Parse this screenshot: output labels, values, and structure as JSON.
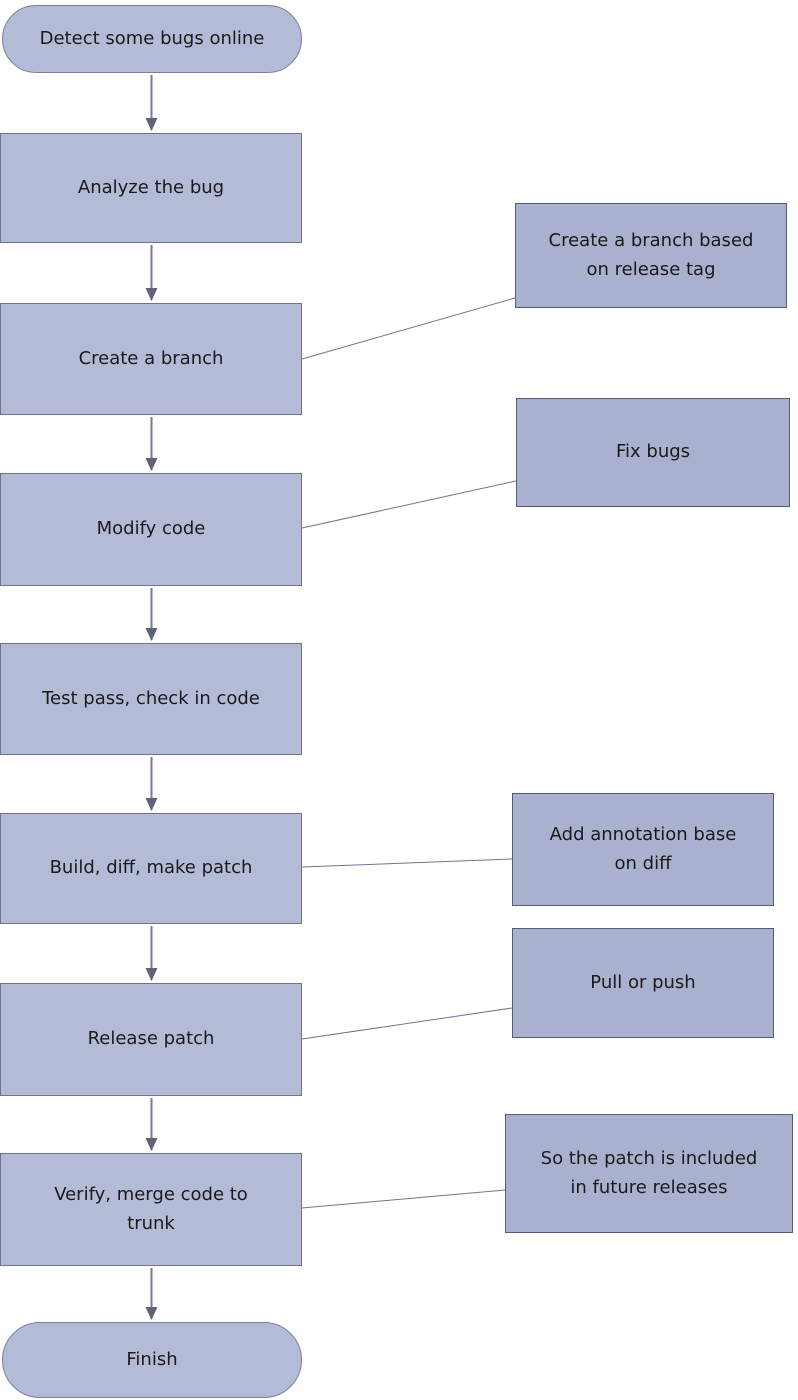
{
  "diagram": {
    "type": "flowchart",
    "colors": {
      "main_fill": "#b4bbd7",
      "main_border": "#6e7389",
      "side_fill": "#a9b1ce",
      "side_border": "#565b74",
      "terminator_border": "#7a7f99",
      "connector": "#6f7490",
      "arrow": "#767b91",
      "arrowhead": "#5f6378",
      "text": "#1a1a1a",
      "background": "#ffffff"
    },
    "main_flow": [
      {
        "id": "start",
        "shape": "terminator",
        "label": "Detect some bugs online"
      },
      {
        "id": "analyze",
        "shape": "process",
        "label": "Analyze the bug"
      },
      {
        "id": "create-branch",
        "shape": "process",
        "label": "Create a branch"
      },
      {
        "id": "modify-code",
        "shape": "process",
        "label": "Modify code"
      },
      {
        "id": "test-pass",
        "shape": "process",
        "label": "Test pass, check in code"
      },
      {
        "id": "build-diff",
        "shape": "process",
        "label": "Build, diff, make patch"
      },
      {
        "id": "release-patch",
        "shape": "process",
        "label": "Release patch"
      },
      {
        "id": "verify-merge",
        "shape": "process",
        "label": "Verify,  merge code to\ntrunk"
      },
      {
        "id": "finish",
        "shape": "terminator",
        "label": "Finish"
      }
    ],
    "annotations": [
      {
        "id": "note-branch",
        "label": "Create a branch based\non release tag",
        "attached_to": "Create a branch"
      },
      {
        "id": "note-fix",
        "label": "Fix bugs",
        "attached_to": "Modify code"
      },
      {
        "id": "note-annotation",
        "label": "Add annotation base\non diff",
        "attached_to": "Build, diff, make patch"
      },
      {
        "id": "note-pull-push",
        "label": "Pull or push",
        "attached_to": "Release patch"
      },
      {
        "id": "note-future",
        "label": "So the patch is included\nin future releases",
        "attached_to": "Verify,  merge code to trunk"
      }
    ],
    "connections": [
      {
        "from": "Detect some bugs online",
        "to": "Analyze the bug",
        "style": "arrow"
      },
      {
        "from": "Analyze the bug",
        "to": "Create a branch",
        "style": "arrow"
      },
      {
        "from": "Create a branch",
        "to": "Modify code",
        "style": "arrow"
      },
      {
        "from": "Modify code",
        "to": "Test pass, check in code",
        "style": "arrow"
      },
      {
        "from": "Test pass, check in code",
        "to": "Build, diff, make patch",
        "style": "arrow"
      },
      {
        "from": "Build, diff, make patch",
        "to": "Release patch",
        "style": "arrow"
      },
      {
        "from": "Release patch",
        "to": "Verify,  merge code to trunk",
        "style": "arrow"
      },
      {
        "from": "Verify,  merge code to trunk",
        "to": "Finish",
        "style": "arrow"
      },
      {
        "from": "Create a branch",
        "to": "Create a branch based on release tag",
        "style": "line"
      },
      {
        "from": "Modify code",
        "to": "Fix bugs",
        "style": "line"
      },
      {
        "from": "Build, diff, make patch",
        "to": "Add annotation base on diff",
        "style": "line"
      },
      {
        "from": "Release patch",
        "to": "Pull or push",
        "style": "line"
      },
      {
        "from": "Verify,  merge code to trunk",
        "to": "So the patch is included in future releases",
        "style": "line"
      }
    ]
  }
}
